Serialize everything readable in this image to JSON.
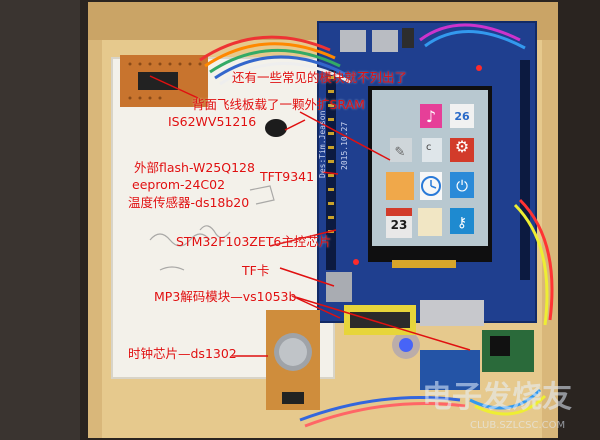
{
  "annotations": {
    "other_modules": "还有一些常见的模块就不列出了",
    "solder_board": "背面飞线板载了一颗外扩SRAM",
    "sram_chip": "IS62WV51216",
    "ext_flash": "外部flash-W25Q128",
    "eeprom": "eeprom-24C02",
    "temp_sensor": "温度传感器-ds18b20",
    "tft": "TFT9341",
    "mcu": "STM32F103ZET6主控芯片",
    "tf_card": "TF卡",
    "mp3": "MP3解码模块—vs1053b",
    "rtc": "时钟芯片—ds1302"
  },
  "lcd_tiles": {
    "calendar_day": "26",
    "calendar_day_2": "23",
    "label_c": "c"
  },
  "board_silkscreen": {
    "line1": "Des:Tim.Jeason",
    "line2": "2015.10.27"
  },
  "watermark": {
    "main": "电子发烧友",
    "url": "CLUB.SZLCSC.COM"
  },
  "colors": {
    "annotation": "#e01010",
    "pcb": "#1f3f8f",
    "box": "#d4b275"
  }
}
